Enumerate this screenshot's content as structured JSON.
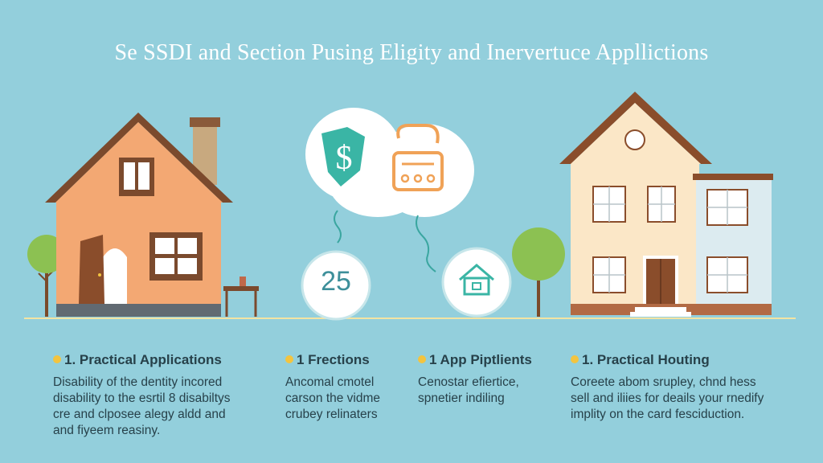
{
  "title": "Se SSDI and Section Pusing Eligity and Inervertuce Appllictions",
  "badge_number": "25",
  "icons": {
    "dollar": "dollar-shield-icon",
    "calculator": "calculator-icon",
    "house": "house-icon"
  },
  "colors": {
    "background": "#93cfdc",
    "accent_teal": "#3ab5a5",
    "accent_orange": "#f0a257",
    "bullet": "#f3c43f"
  },
  "columns": [
    {
      "heading": "1. Practical Applications",
      "lines": [
        "Disability of the dentity incored",
        "disability to the esrtil 8 disabiltys",
        "cre and clposee alegy aldd and",
        "and fiyeem reasiny."
      ]
    },
    {
      "heading": "1 Frections",
      "lines": [
        "Ancomal cmotel",
        "carson the vidme",
        "crubey relinaters"
      ]
    },
    {
      "heading": "1 App Piptlients",
      "lines": [
        "Cenostar efiertice,",
        "spnetier indiling"
      ]
    },
    {
      "heading": "1. Practical Houting",
      "lines": [
        "Coreete abom srupley, chnd hess",
        "sell and iliies for deails your rnedify",
        "implity on the card fesciduction."
      ]
    }
  ]
}
